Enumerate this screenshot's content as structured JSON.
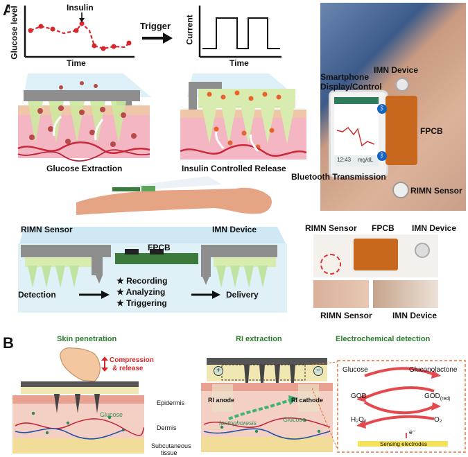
{
  "panel_a": {
    "letter": "A",
    "glucose_chart": {
      "ylabel": "Glucose level",
      "xlabel": "Time",
      "annotation": "Insulin"
    },
    "trigger_label": "Trigger",
    "current_chart": {
      "ylabel": "Current",
      "xlabel": "Time"
    },
    "glucose_extraction": "Glucose Extraction",
    "insulin_release": "Insulin Controlled Release",
    "rimn_sensor": "RIMN Sensor",
    "imn_device": "IMN Device",
    "fpcb": "FPCB",
    "detection": "Detection",
    "steps": [
      "Recording",
      "Analyzing",
      "Triggering"
    ],
    "delivery": "Delivery",
    "photo_labels": {
      "imn_device": "IMN Device",
      "smartphone": "Smartphone",
      "display_control": "Display/Control",
      "fpcb": "FPCB",
      "bluetooth": "Bluetooth Transmission",
      "rimn_sensor": "RIMN Sensor"
    },
    "photo2_labels": {
      "rimn_sensor": "RIMN Sensor",
      "fpcb": "FPCB",
      "imn_device": "IMN Device"
    },
    "photo3_labels": {
      "rimn_sensor": "RIMN Sensor",
      "imn_device": "IMN Device"
    },
    "phone_screen_value": "12:43",
    "phone_screen_unit": "mg/dL"
  },
  "panel_b": {
    "letter": "B",
    "skin_penetration": "Skin penetration",
    "compression": "Compression",
    "release": "& release",
    "ri_extraction": "RI extraction",
    "electrochemical": "Electrochemical detection",
    "epidermis": "Epidermis",
    "dermis": "Dermis",
    "subcutaneous": "Subcutaneous",
    "tissue": "tissue",
    "glucose_small": "Glucose",
    "ri_anode": "RI anode",
    "ri_cathode": "RI cathode",
    "iontophoresis": "Iontophoresis",
    "glucose_small2": "Glucose",
    "glucose": "Glucose",
    "gluconolactone": "Gluconolactone",
    "god": "GOD",
    "god_red": "GOD",
    "god_red_sub": "(red)",
    "h2o2": "H₂O₂",
    "o2": "O₂",
    "electron": "e⁻",
    "sensing_electrodes": "Sensing electrodes"
  }
}
